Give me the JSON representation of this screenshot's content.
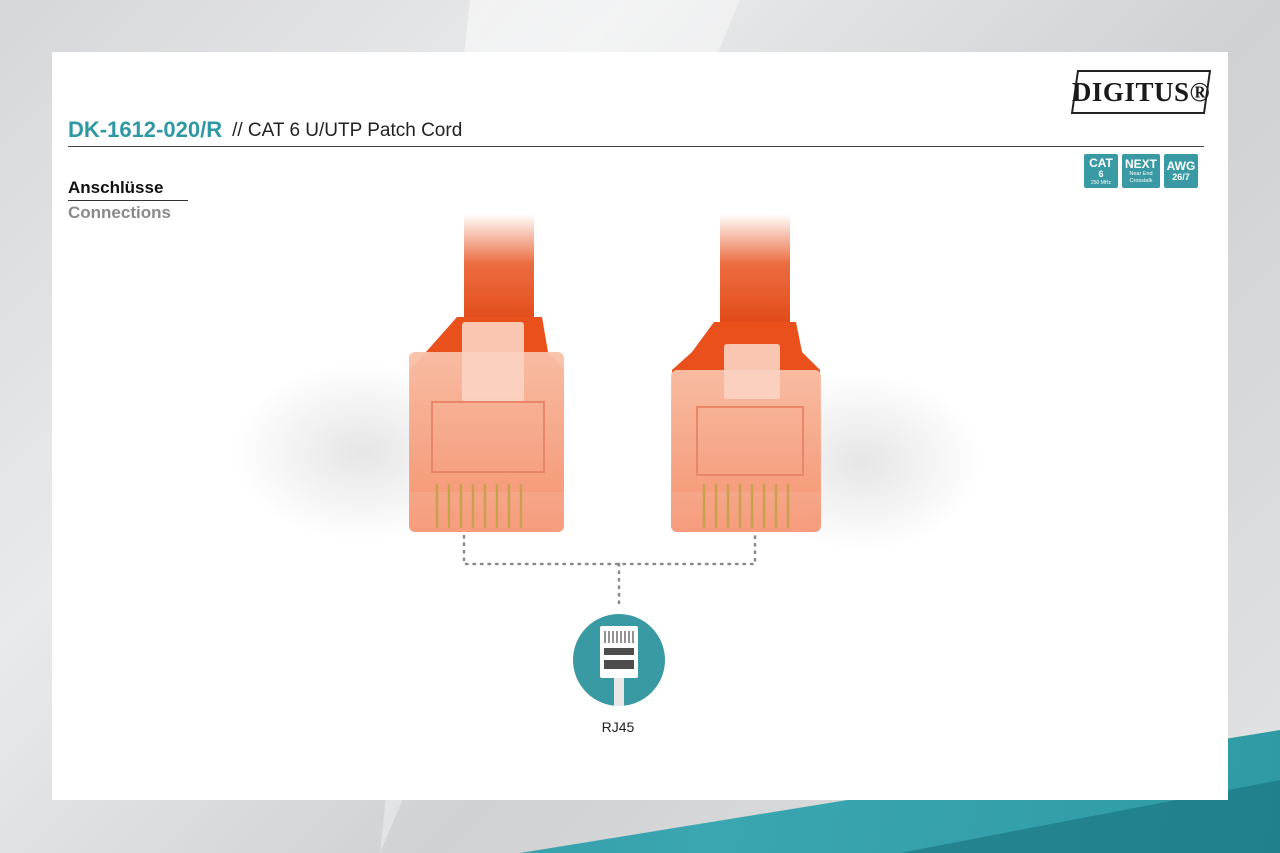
{
  "brand": {
    "logo_text": "DIGITUS®"
  },
  "header": {
    "model": "DK-1612-020/R",
    "subtitle": "// CAT 6 U/UTP Patch Cord"
  },
  "badges": {
    "cat": {
      "main": "CAT",
      "sub": "6",
      "tiny": "250 MHz"
    },
    "next": {
      "main": "NEXT",
      "line1": "Near End",
      "line2": "Crosstalk"
    },
    "awg": {
      "main": "AWG",
      "sub": "26/7"
    }
  },
  "section": {
    "title_de": "Anschlüsse",
    "title_en": "Connections"
  },
  "connector": {
    "label": "RJ45"
  },
  "colors": {
    "accent": "#3a9aa4",
    "cable": "#e8531f",
    "connector": "#f7a78a"
  }
}
